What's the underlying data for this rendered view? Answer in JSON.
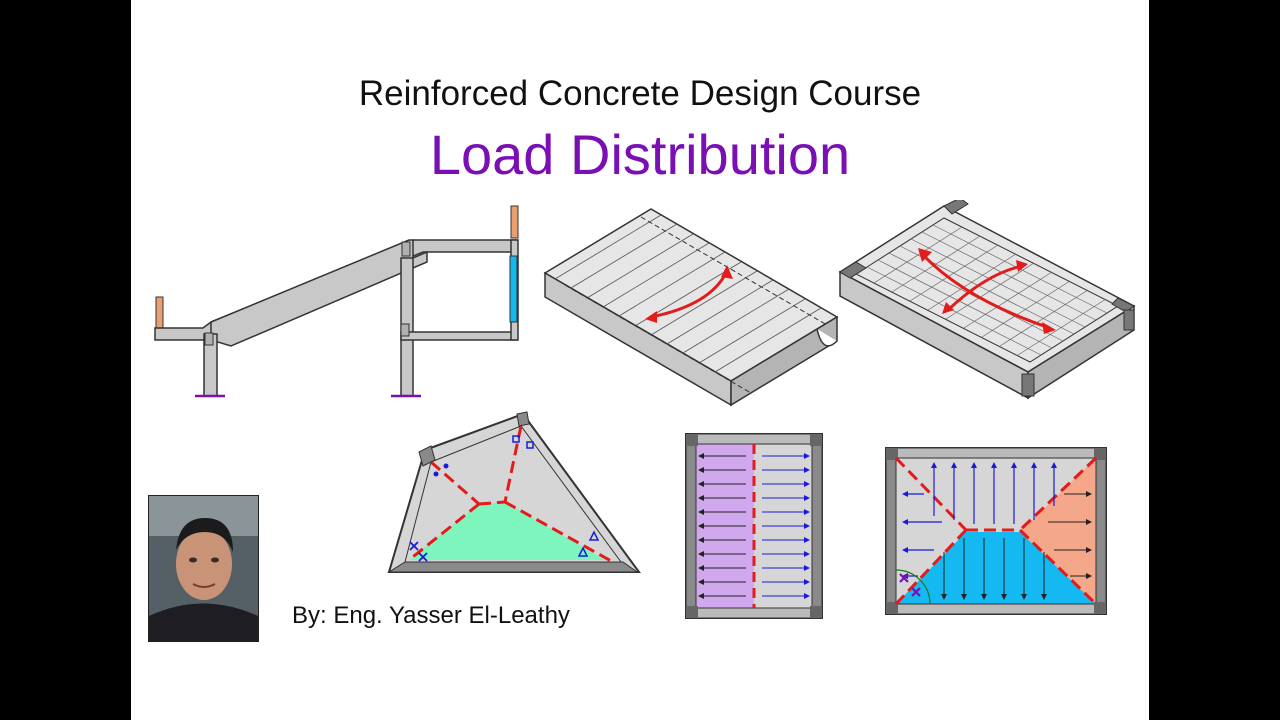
{
  "slide": {
    "course_title": "Reinforced Concrete Design Course",
    "main_title": "Load Distribution",
    "author": "By: Eng. Yasser El-Leathy"
  },
  "colors": {
    "background": "#000000",
    "slide": "#ffffff",
    "title_purple": "#7a0fb4",
    "concrete_gray": "#c8c8c8",
    "load_red": "#e21b1b",
    "arrow_blue": "#1a1adb",
    "zone_green": "#7df5bd",
    "zone_cyan": "#13b9f0",
    "zone_salmon": "#f5a78a",
    "zone_lavender": "#cfa8ee"
  }
}
